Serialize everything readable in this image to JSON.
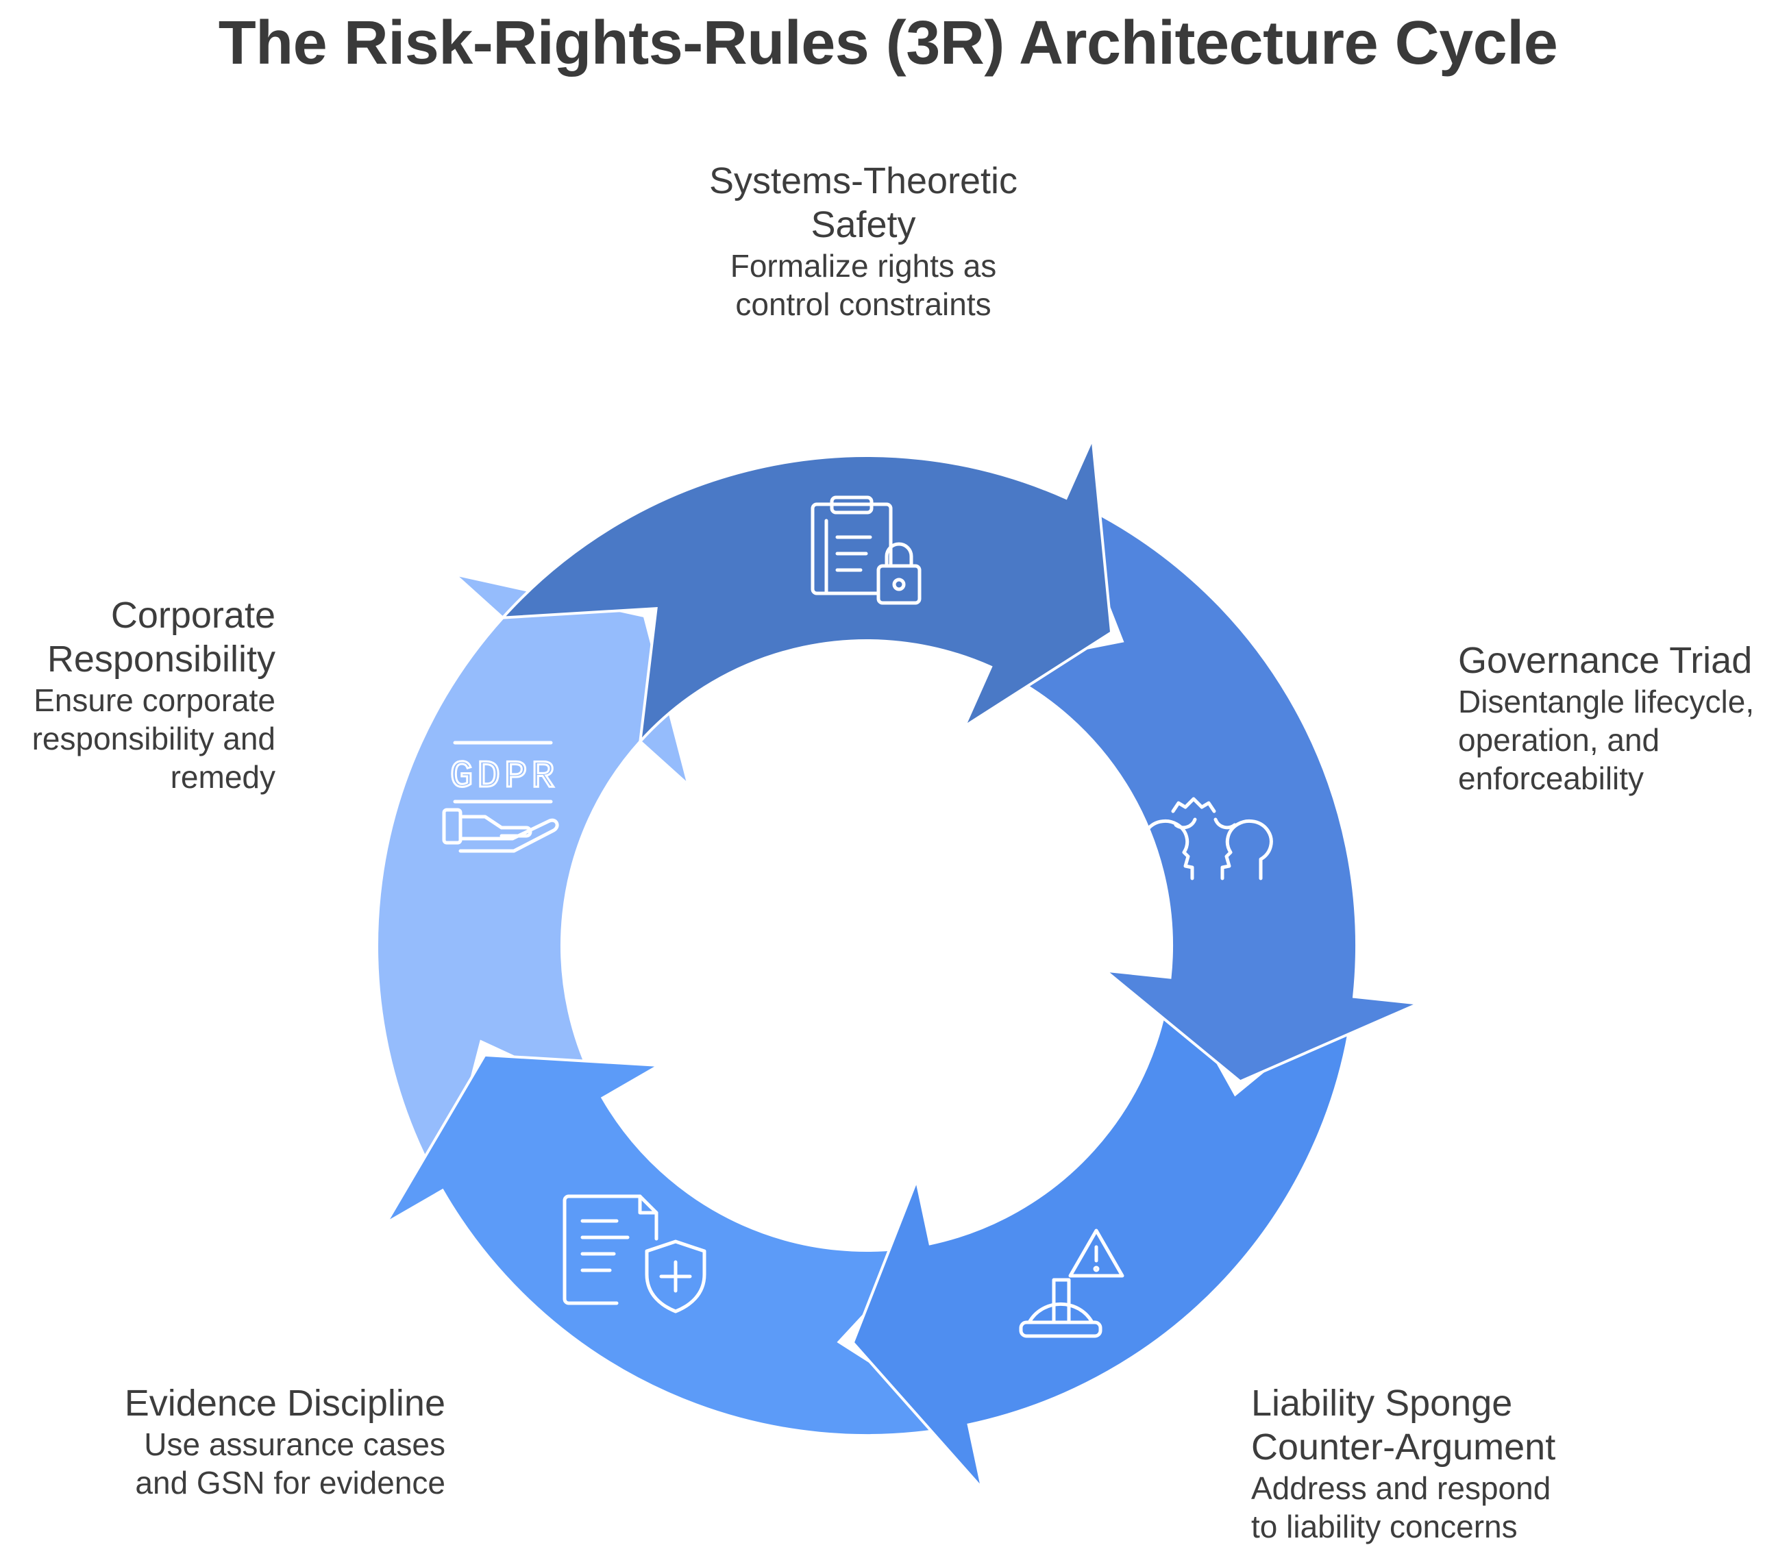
{
  "title": "The Risk-Rights-Rules (3R) Architecture Cycle",
  "colors": {
    "segment_top": "#4a79c6",
    "segment_right": "#5185de",
    "segment_bottom_right": "#4f8ef0",
    "segment_bottom_left": "#5c9bf8",
    "segment_left": "#95bcfc",
    "icon_stroke": "#ffffff",
    "text": "#3d3d3d"
  },
  "stages": [
    {
      "heading": "Systems-Theoretic\nSafety",
      "description": "Formalize rights as\ncontrol constraints",
      "icon": "clipboard-lock-icon"
    },
    {
      "heading": "Governance Triad",
      "description": "Disentangle lifecycle,\noperation, and\nenforceability",
      "icon": "people-discussion-icon"
    },
    {
      "heading": "Liability Sponge\nCounter-Argument",
      "description": "Address and respond\nto liability concerns",
      "icon": "hardhat-warning-icon"
    },
    {
      "heading": "Evidence Discipline",
      "description": "Use assurance cases\nand GSN for evidence",
      "icon": "document-shield-icon"
    },
    {
      "heading": "Corporate\nResponsibility",
      "description": "Ensure corporate\nresponsibility and\nremedy",
      "icon": "gdpr-hand-icon",
      "icon_text": "GDPR"
    }
  ]
}
